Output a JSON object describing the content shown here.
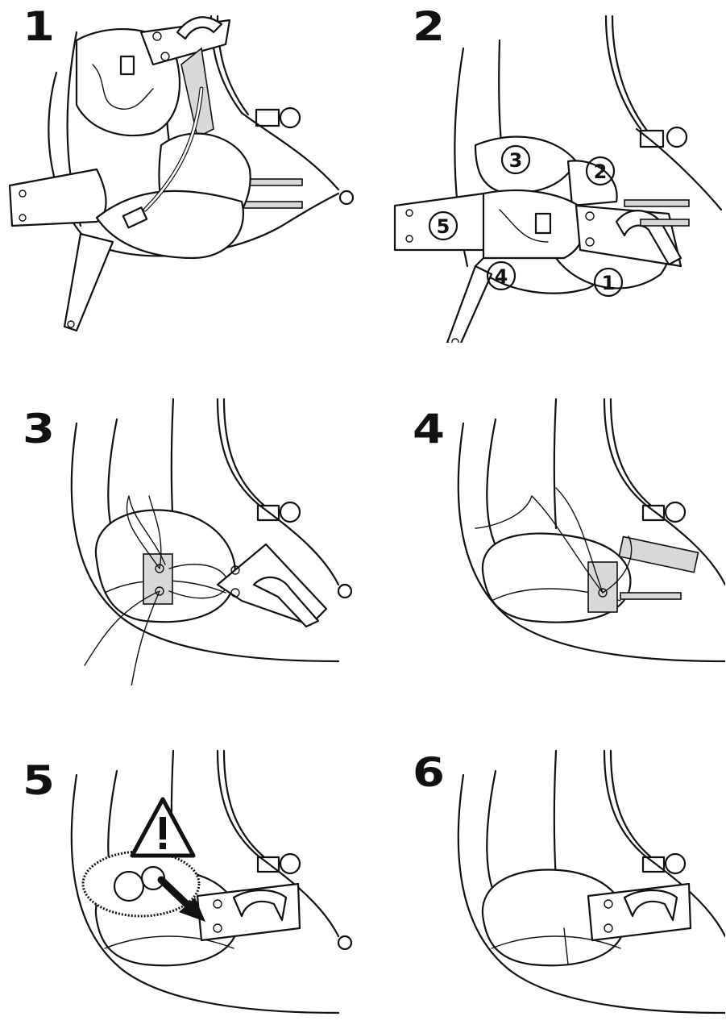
{
  "steps": [
    {
      "number": "1"
    },
    {
      "number": "2",
      "callouts": [
        "1",
        "2",
        "3",
        "4",
        "5"
      ]
    },
    {
      "number": "3"
    },
    {
      "number": "4"
    },
    {
      "number": "5"
    },
    {
      "number": "6"
    }
  ]
}
